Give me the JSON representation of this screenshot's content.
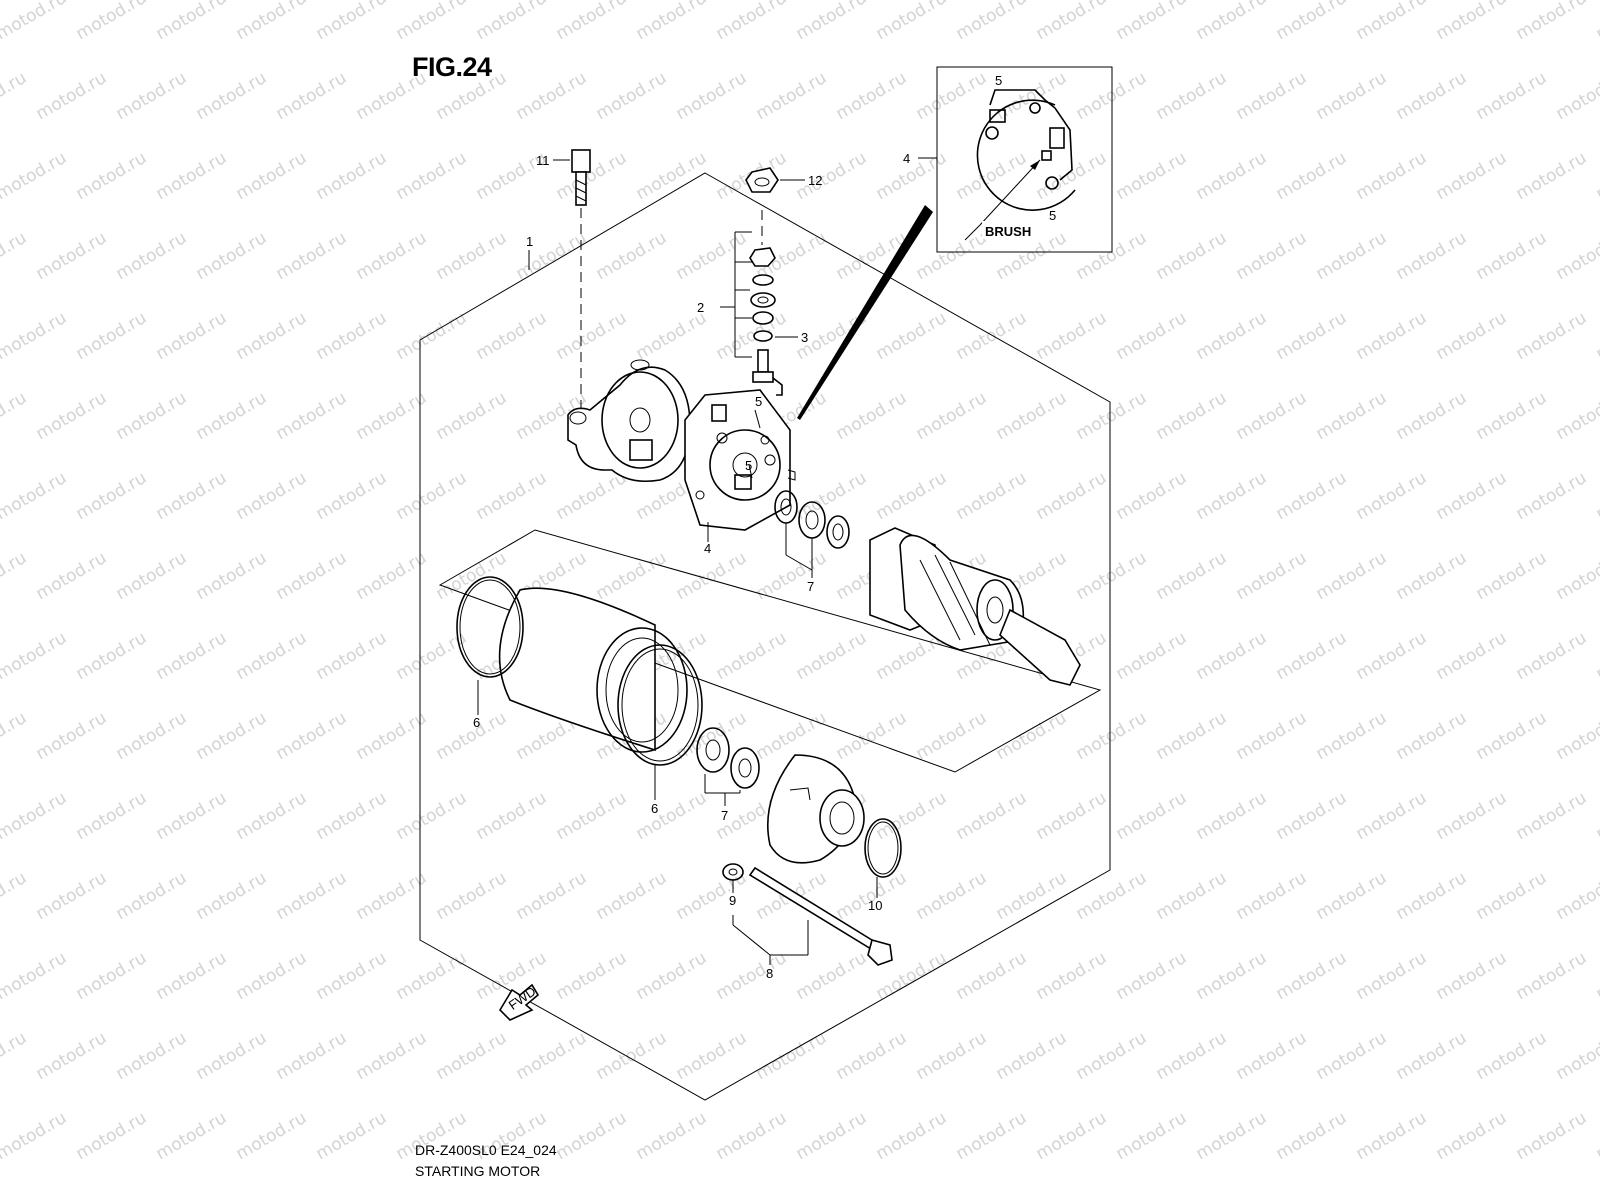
{
  "figure": {
    "title": "FIG.24"
  },
  "watermark": {
    "text": "motod.ru"
  },
  "footer": {
    "model_code": "DR-Z400SL0 E24_024",
    "part_name": "STARTING MOTOR"
  },
  "inset": {
    "brush_label": "BRUSH"
  },
  "fwd_label": "FWD",
  "callouts": {
    "c1": "1",
    "c2": "2",
    "c3": "3",
    "c4_inset": "4",
    "c4": "4",
    "c5_inset_top": "5",
    "c5_inset_bottom": "5",
    "c5_a": "5",
    "c5_b": "5",
    "c6_a": "6",
    "c6_b": "6",
    "c7_a": "7",
    "c7_b": "7",
    "c8": "8",
    "c9": "9",
    "c10": "10",
    "c11": "11",
    "c12": "12"
  }
}
